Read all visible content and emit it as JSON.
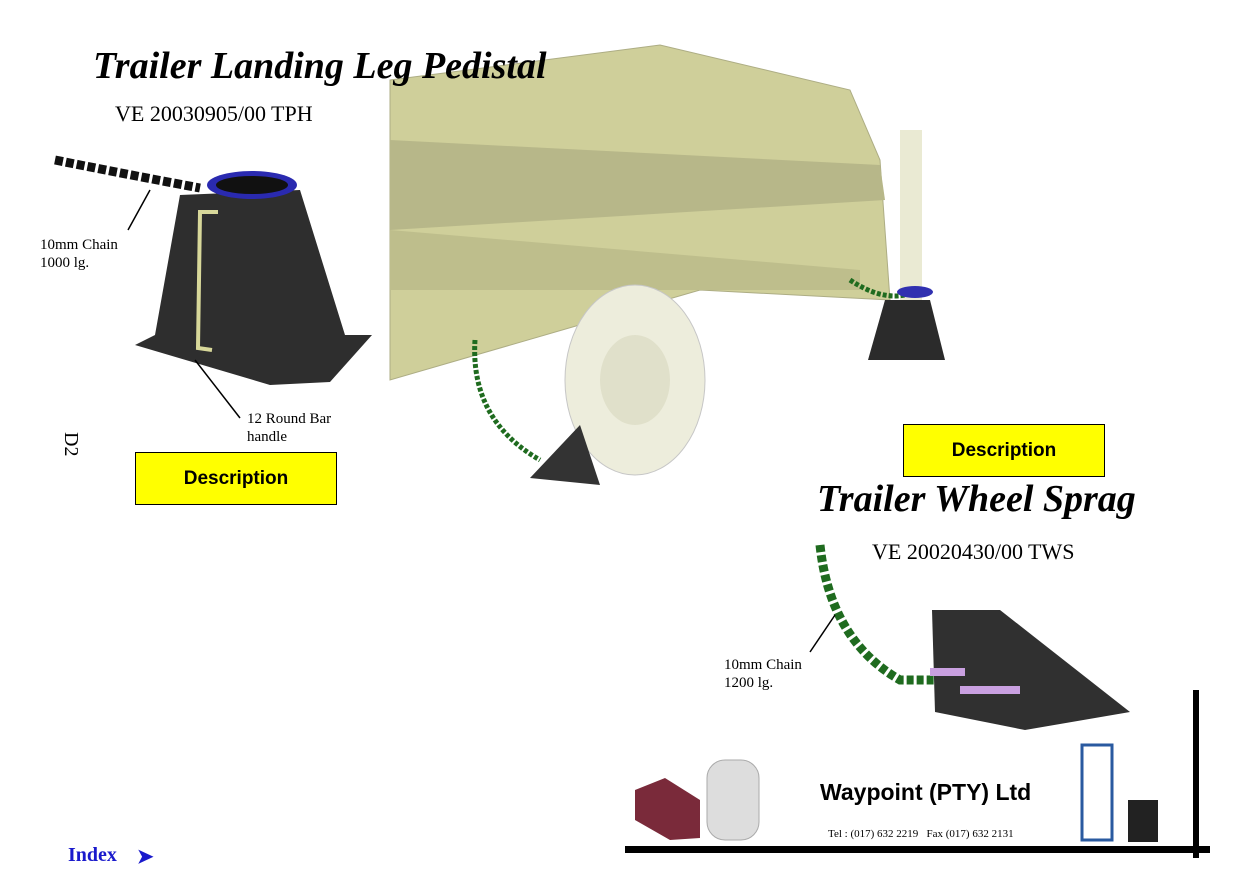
{
  "pedestal": {
    "title": "Trailer Landing Leg Pedistal",
    "code": "VE 20030905/00 TPH",
    "chain_label_1": "10mm Chain",
    "chain_label_2": "1000 lg.",
    "handle_label_1": "12 Round Bar",
    "handle_label_2": "handle",
    "page_marker": "D2",
    "description_button": "Description"
  },
  "sprag": {
    "title": "Trailer Wheel Sprag",
    "code": "VE 20020430/00 TWS",
    "chain_label_1": "10mm Chain",
    "chain_label_2": "1200 lg.",
    "description_button": "Description"
  },
  "footer": {
    "company": "Waypoint (PTY) Ltd",
    "contact": "Tel : (017) 632 2219   Fax (017) 632 2131",
    "index_link": "Index",
    "index_arrow": "➤"
  },
  "colors": {
    "button_bg": "#ffff00",
    "index_link": "#1a1acc",
    "trailer": "#9a9a3a"
  }
}
